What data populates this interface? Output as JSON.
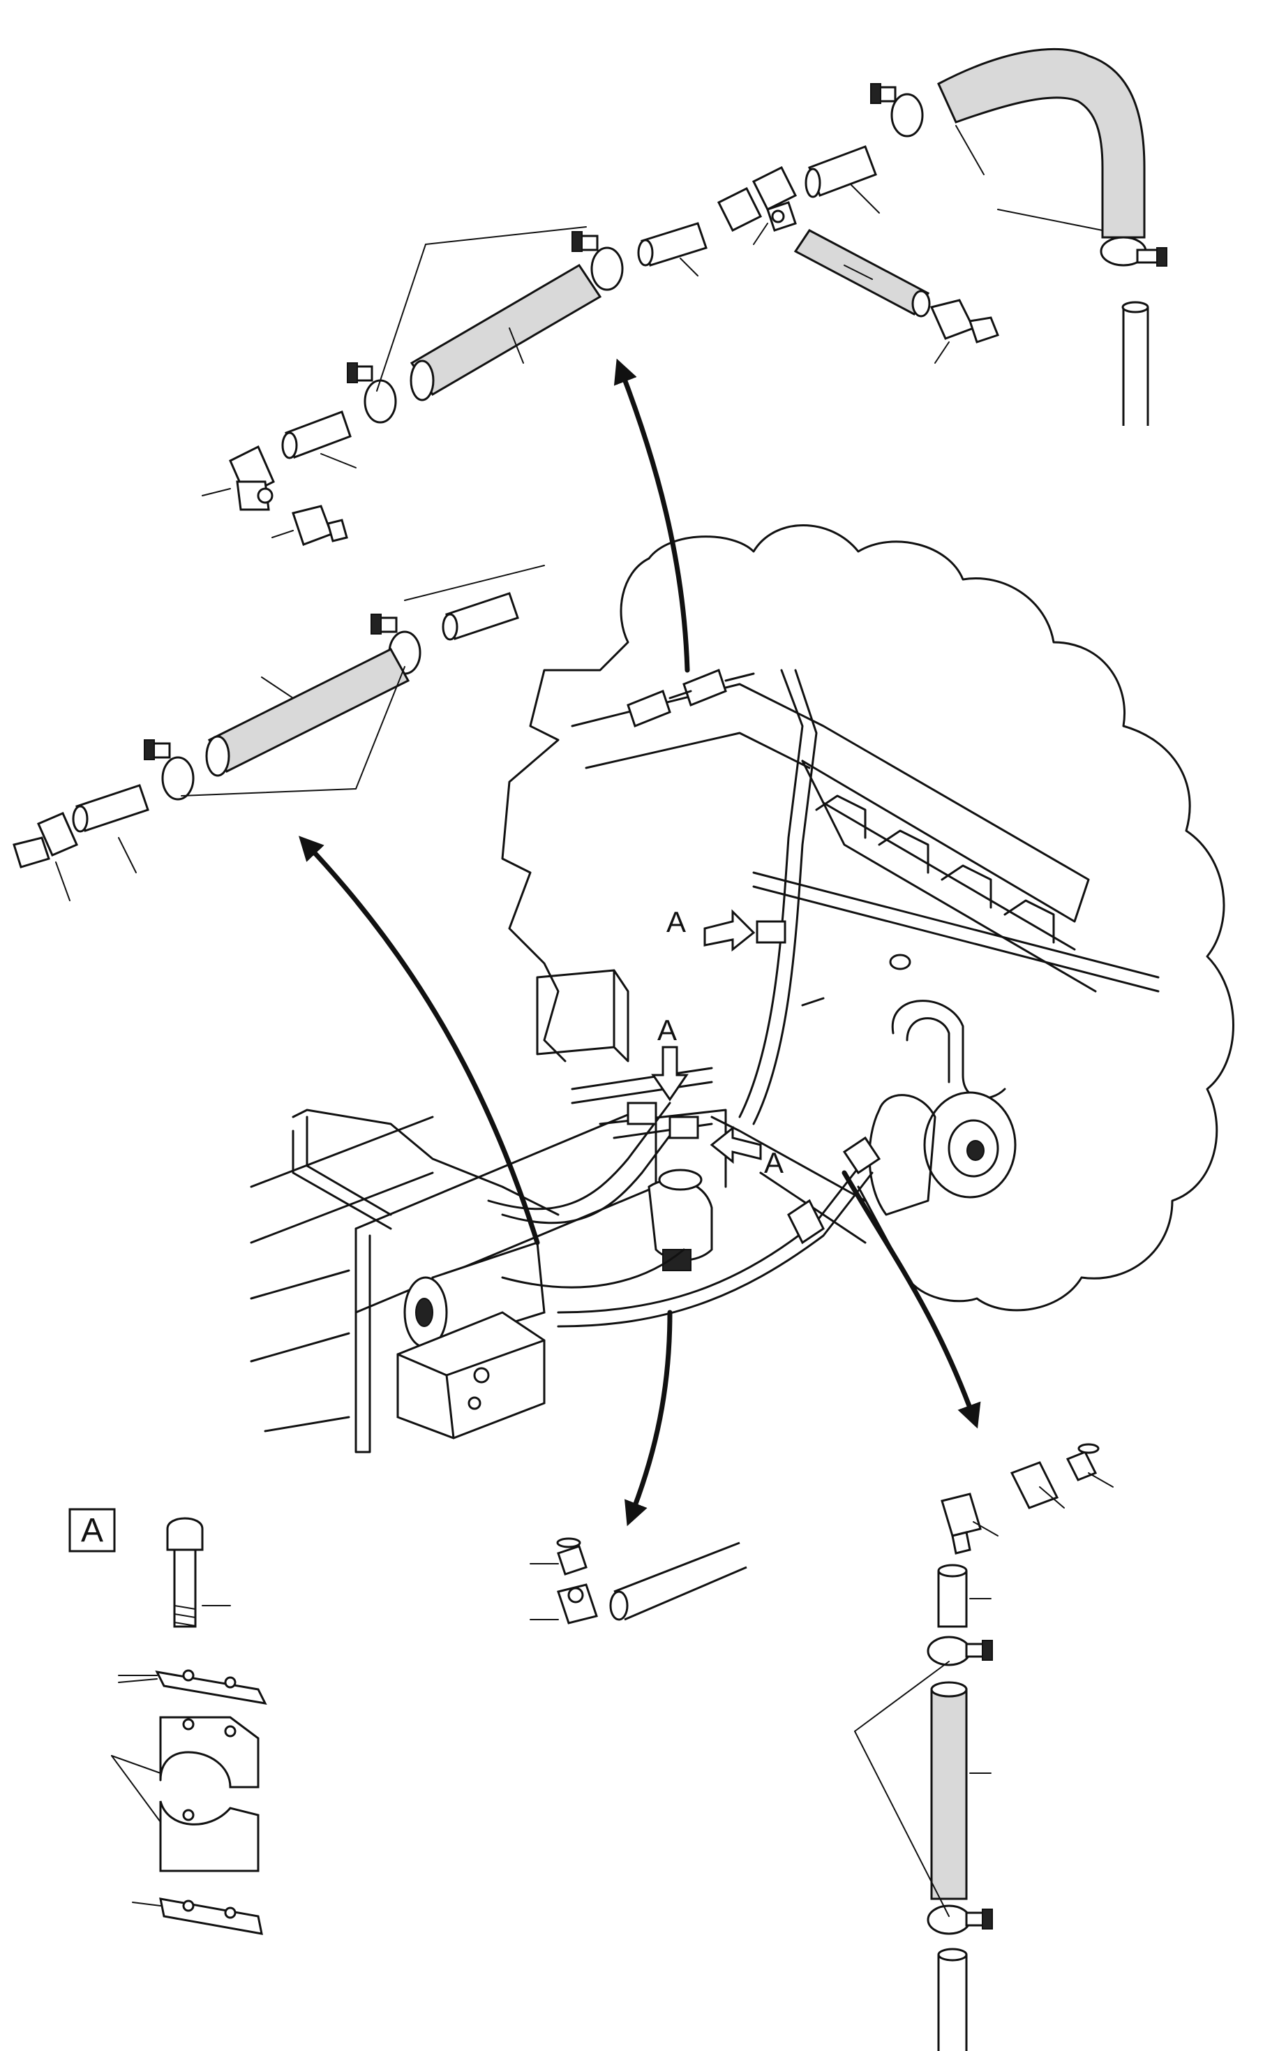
{
  "diagram": {
    "callout_letter": "A",
    "detail_box_label": "A",
    "callouts": [
      {
        "id": "callout-a-upper",
        "text": "A"
      },
      {
        "id": "callout-a-middle",
        "text": "A"
      },
      {
        "id": "callout-a-right",
        "text": "A"
      }
    ],
    "colors": {
      "line": "#111111",
      "hose_fill": "#d9d9d9",
      "background": "#ffffff"
    }
  }
}
